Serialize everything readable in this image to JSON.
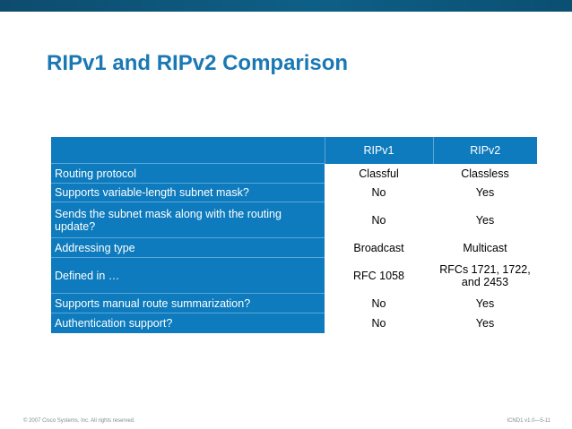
{
  "slide": {
    "title": "RIPv1 and RIPv2 Comparison"
  },
  "table": {
    "headers": [
      "",
      "RIPv1",
      "RIPv2"
    ],
    "rows": [
      {
        "feature": "Routing protocol",
        "ripv1": "Classful",
        "ripv2": "Classless"
      },
      {
        "feature": "Supports variable-length subnet mask?",
        "ripv1": "No",
        "ripv2": "Yes"
      },
      {
        "feature": "Sends the subnet mask along with the routing update?",
        "ripv1": "No",
        "ripv2": "Yes"
      },
      {
        "feature": "Addressing type",
        "ripv1": "Broadcast",
        "ripv2": "Multicast"
      },
      {
        "feature": "Defined in …",
        "ripv1": "RFC 1058",
        "ripv2": "RFCs 1721, 1722, and 2453"
      },
      {
        "feature": "Supports manual route summarization?",
        "ripv1": "No",
        "ripv2": "Yes"
      },
      {
        "feature": "Authentication support?",
        "ripv1": "No",
        "ripv2": "Yes"
      }
    ]
  },
  "footer": {
    "copyright": "© 2007 Cisco Systems, Inc. All rights reserved.",
    "course_ref": "ICND1 v1.0—5-11"
  },
  "colors": {
    "header_bar": "#0e5f87",
    "title": "#1a78b4",
    "table_blue": "#0d7bbd"
  }
}
